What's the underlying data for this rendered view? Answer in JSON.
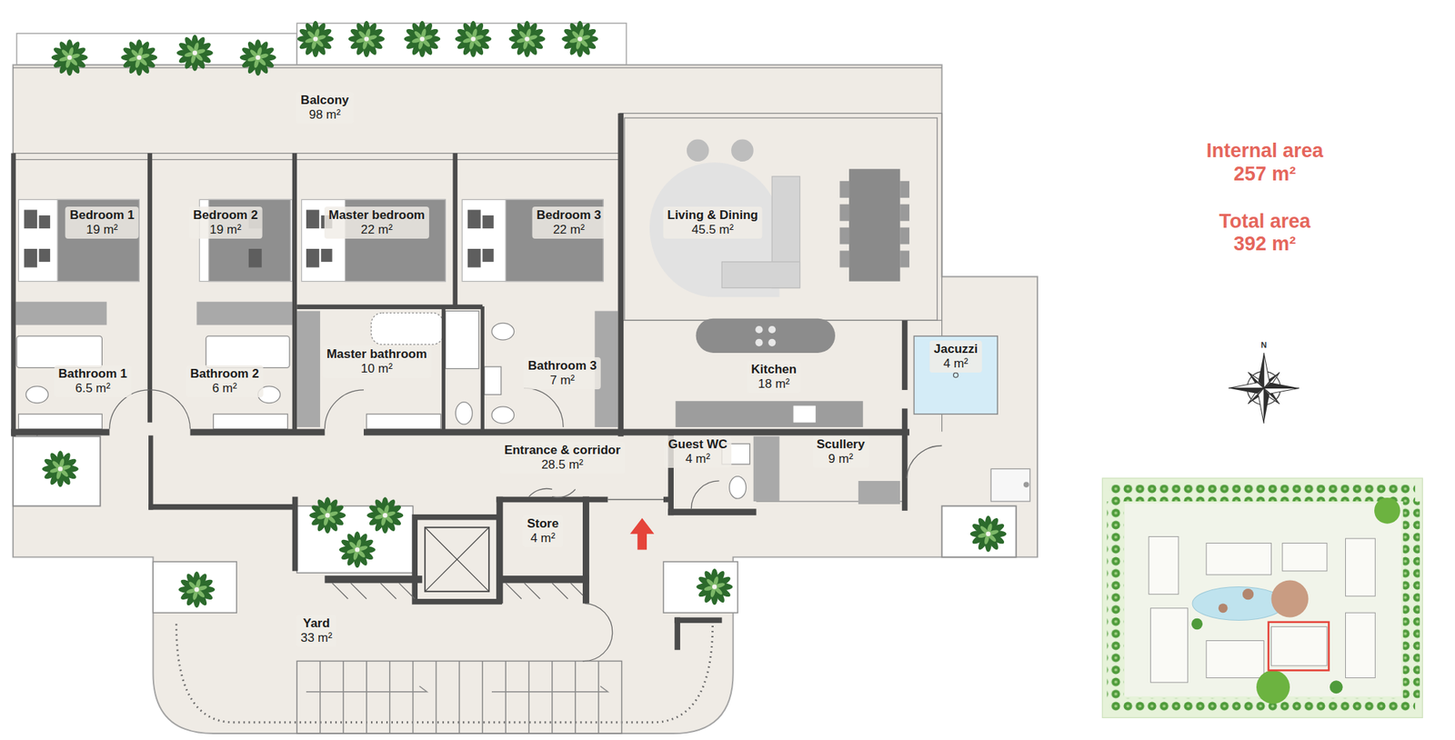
{
  "diagram": {
    "nodes": [
      {
        "text": [
          "Balcony",
          "98 m²"
        ]
      },
      {
        "text": [
          "Bedroom 1",
          "19 m²"
        ]
      },
      {
        "text": [
          "Bedroom 2",
          "19 m²"
        ]
      },
      {
        "text": [
          "Master bedroom",
          "22 m²"
        ]
      },
      {
        "text": [
          "Bedroom 3",
          "22 m²"
        ]
      },
      {
        "text": [
          "Living & Dining",
          "45.5 m²"
        ]
      },
      {
        "text": [
          "Bathroom 1",
          "6.5 m²"
        ]
      },
      {
        "text": [
          "Bathroom 2",
          "6 m²"
        ]
      },
      {
        "text": [
          "Master bathroom",
          "10 m²"
        ]
      },
      {
        "text": [
          "Bathroom 3",
          "7 m²"
        ]
      },
      {
        "text": [
          "Kitchen",
          "18 m²"
        ]
      },
      {
        "text": [
          "Jacuzzi",
          "4 m²"
        ]
      },
      {
        "text": [
          "Entrance & corridor",
          "28.5 m²"
        ]
      },
      {
        "text": [
          "Guest WC",
          "4 m²"
        ]
      },
      {
        "text": [
          "Scullery",
          "9 m²"
        ]
      },
      {
        "text": [
          "Store",
          "4 m²"
        ]
      },
      {
        "text": [
          "Yard",
          "33 m²"
        ]
      }
    ],
    "labels": [
      "Internal area",
      "257 m²",
      "Total area",
      "392 m²",
      "N"
    ]
  }
}
